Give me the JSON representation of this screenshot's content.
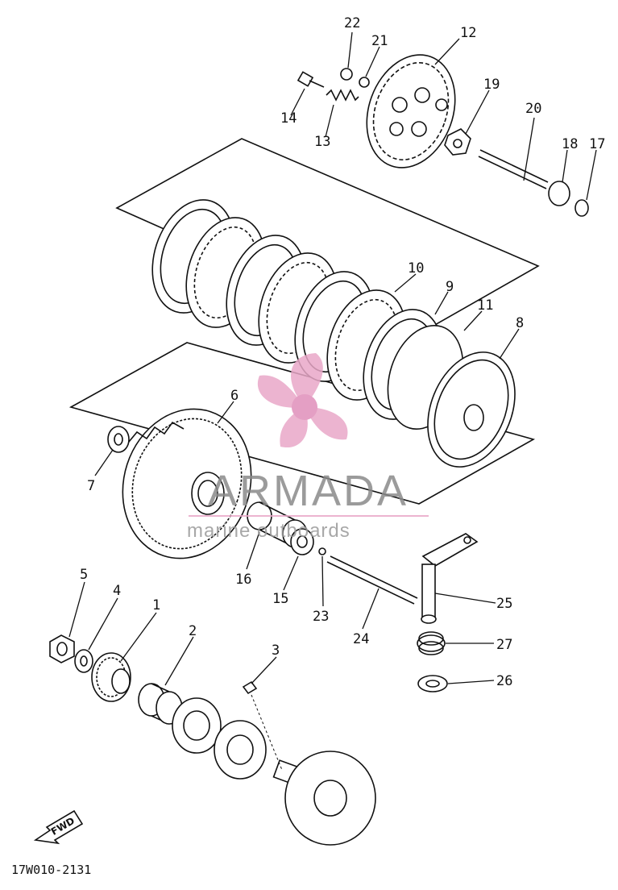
{
  "diagram": {
    "drawing_code": "17W010-2131",
    "direction_marker": "FWD",
    "part_labels": [
      "1",
      "2",
      "3",
      "4",
      "5",
      "6",
      "7",
      "8",
      "9",
      "10",
      "11",
      "12",
      "13",
      "14",
      "15",
      "16",
      "17",
      "18",
      "19",
      "20",
      "21",
      "22",
      "23",
      "24",
      "25",
      "26",
      "27"
    ]
  },
  "watermark": {
    "brand": "ARMADA",
    "tagline": "marine outboards",
    "color_pink": "#e9a8c8",
    "color_gray": "#8a8a8a"
  }
}
